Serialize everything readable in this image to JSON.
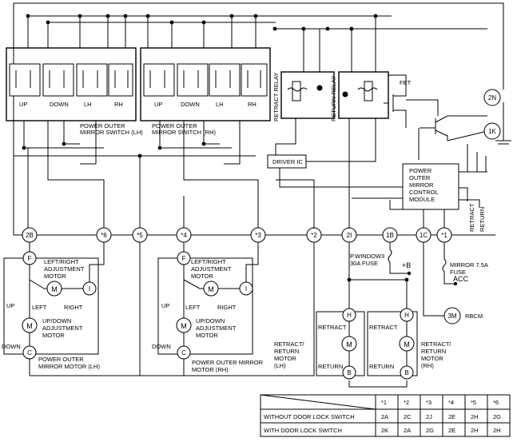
{
  "switches": {
    "lh": {
      "label": "POWER OUTER MIRROR SWITCH (LH)",
      "buttons": [
        "UP",
        "DOWN",
        "LH",
        "RH"
      ]
    },
    "rh": {
      "label": "POWER OUTER MIRROR SWITCH (RH)",
      "buttons": [
        "UP",
        "DOWN",
        "LH",
        "RH"
      ]
    }
  },
  "relays": {
    "retract": "RETRACT RELAY",
    "return": "RETURN RELAY"
  },
  "fet": "FET",
  "driver_ic": "DRIVER IC",
  "module": {
    "label": "POWER OUTER MIRROR CONTROL MODULE",
    "retract": "RETRACT",
    "return": "RETURN"
  },
  "connectors": {
    "c2n": "2N",
    "c1k": "1K",
    "c2b": "2B",
    "c6": "*6",
    "c5": "*5",
    "c4": "*4",
    "c3": "*3",
    "c2": "*2",
    "c2i": "2I",
    "c1b": "1B",
    "c1c": "1C",
    "c1": "*1",
    "f_lh": "F",
    "i_lh": "I",
    "c_lh": "C",
    "f_rh": "F",
    "i_rh": "I",
    "c_rh": "C",
    "h_lh": "H",
    "b_lh": "B",
    "h_rh": "H",
    "b_rh": "B",
    "m3": "3M"
  },
  "fuses": {
    "pwindow": "P.WINDOW3 30A FUSE",
    "b_plus": "+B",
    "mirror": "MIRROR 7.5A FUSE",
    "acc": "ACC"
  },
  "rbcm": "RBCM",
  "mirror_motor_lh": {
    "lr_motor": "LEFT/RIGHT ADJUSTMENT MOTOR",
    "ud_motor": "UP/DOWN ADJUSTMENT MOTOR",
    "left": "LEFT",
    "right": "RIGHT",
    "up": "UP",
    "down": "DOWN",
    "label": "POWER OUTER MIRROR MOTOR (LH)"
  },
  "mirror_motor_rh": {
    "lr_motor": "LEFT/RIGHT ADJUSTMENT MOTOR",
    "ud_motor": "UP/DOWN ADJUSTMENT MOTOR",
    "left": "LEFT",
    "right": "RIGHT",
    "up": "UP",
    "down": "DOWN",
    "label": "POWER OUTER MIRROR MOTOR (RH)"
  },
  "retract_motor_lh": {
    "retract": "RETRACT",
    "return": "RETURN",
    "label": "RETRACT/ RETURN MOTOR (LH)"
  },
  "retract_motor_rh": {
    "retract": "RETRACT",
    "return": "RETURN",
    "label": "RETRACT/ RETURN MOTOR (RH)"
  },
  "motor_symbol": "M",
  "table": {
    "headers": [
      "*1",
      "*2",
      "*3",
      "*4",
      "*5",
      "*6"
    ],
    "rows": [
      {
        "label": "WITHOUT DOOR LOCK SWITCH",
        "values": [
          "2A",
          "2C",
          "2J",
          "2E",
          "2H",
          "2G"
        ]
      },
      {
        "label": "WITH DOOR LOCK SWITCH",
        "values": [
          "2K",
          "2A",
          "2G",
          "2E",
          "2H",
          "2H"
        ]
      }
    ]
  }
}
